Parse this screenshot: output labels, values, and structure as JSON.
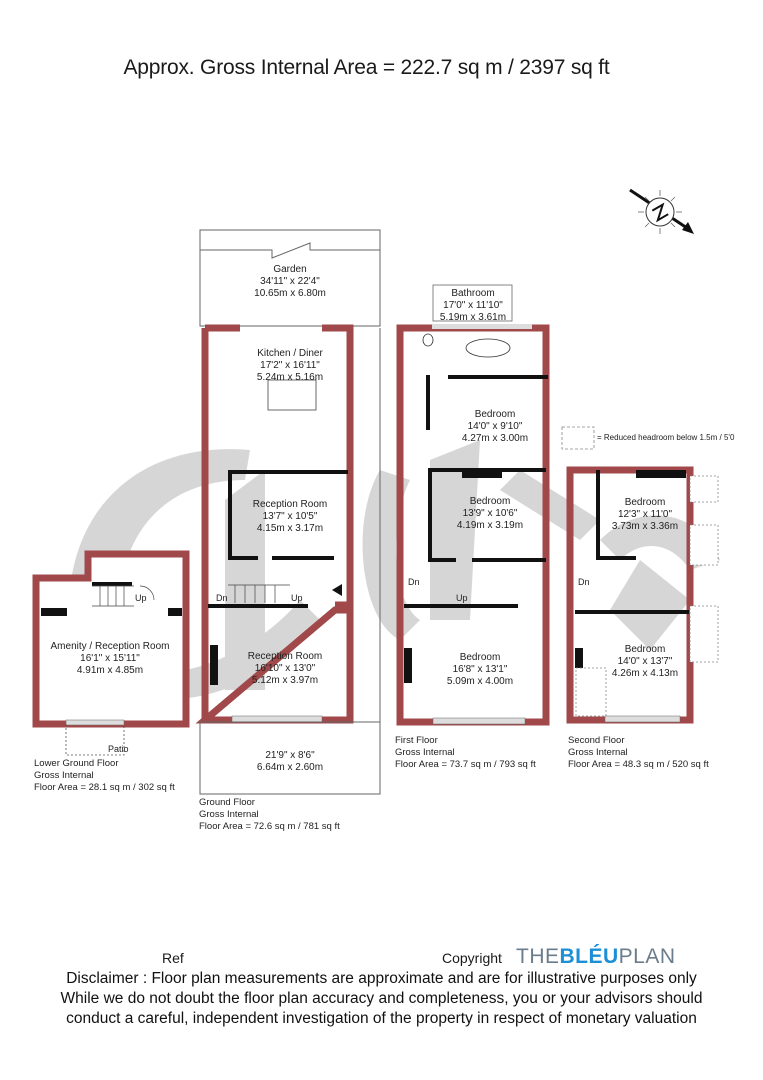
{
  "header": {
    "title": "Approx. Gross Internal Area = 222.7 sq m / 2397 sq ft"
  },
  "compass": {
    "icon": "north-compass-icon",
    "letter": "N"
  },
  "legend": {
    "icon": "dashed-box-icon",
    "text": "= Reduced headroom below 1.5m / 5'0"
  },
  "floors": {
    "lower_ground": {
      "caption": [
        "Lower Ground Floor",
        "Gross Internal",
        "Floor Area = 28.1 sq m / 302 sq ft"
      ],
      "rooms": [
        {
          "name": "Amenity / Reception Room",
          "imperial": "16'1\" x 15'11\"",
          "metric": "4.91m x 4.85m"
        }
      ],
      "labels": {
        "up": "Up",
        "patio": "Patio"
      }
    },
    "ground": {
      "caption": [
        "Ground Floor",
        "Gross Internal",
        "Floor Area = 72.6 sq m / 781 sq ft"
      ],
      "rooms": [
        {
          "name": "Garden",
          "imperial": "34'11\" x 22'4\"",
          "metric": "10.65m x 6.80m"
        },
        {
          "name": "Kitchen / Diner",
          "imperial": "17'2\" x 16'11\"",
          "metric": "5.24m x 5.16m"
        },
        {
          "name": "Reception Room",
          "imperial": "13'7\" x 10'5\"",
          "metric": "4.15m x 3.17m"
        },
        {
          "name": "Reception Room",
          "imperial": "16'10\" x 13'0\"",
          "metric": "5.12m x 3.97m"
        },
        {
          "name": "",
          "imperial": "21'9\" x 8'6\"",
          "metric": "6.64m x 2.60m"
        }
      ],
      "labels": {
        "dn": "Dn",
        "up": "Up"
      }
    },
    "first": {
      "caption": [
        "First Floor",
        "Gross Internal",
        "Floor Area = 73.7 sq m / 793 sq ft"
      ],
      "rooms": [
        {
          "name": "Bathroom",
          "imperial": "17'0\" x 11'10\"",
          "metric": "5.19m x 3.61m"
        },
        {
          "name": "Bedroom",
          "imperial": "14'0\" x 9'10\"",
          "metric": "4.27m x 3.00m"
        },
        {
          "name": "Bedroom",
          "imperial": "13'9\" x 10'6\"",
          "metric": "4.19m x 3.19m"
        },
        {
          "name": "Bedroom",
          "imperial": "16'8\" x 13'1\"",
          "metric": "5.09m x 4.00m"
        }
      ],
      "labels": {
        "dn": "Dn",
        "up": "Up"
      }
    },
    "second": {
      "caption": [
        "Second Floor",
        "Gross Internal",
        "Floor Area = 48.3 sq m / 520 sq ft"
      ],
      "rooms": [
        {
          "name": "Bedroom",
          "imperial": "12'3\" x 11'0\"",
          "metric": "3.73m x 3.36m"
        },
        {
          "name": "Bedroom",
          "imperial": "14'0\" x 13'7\"",
          "metric": "4.26m x 4.13m"
        }
      ],
      "labels": {
        "dn": "Dn"
      }
    }
  },
  "footer": {
    "ref_label": "Ref",
    "copyright_label": "Copyright",
    "brand": {
      "pre": "THE",
      "bold": "BLÉU",
      "post": "PLAN"
    },
    "disclaimer": [
      "Disclaimer : Floor plan measurements are approximate and are for illustrative purposes only",
      "While we do not doubt the floor plan accuracy and completeness, you or your advisors should",
      "conduct a careful, independent investigation of the property in respect of monetary valuation"
    ]
  },
  "colors": {
    "wall": "#a0484a",
    "inner_wall": "#111111",
    "watermark": "#cccccc",
    "brand_blue": "#1c8fd6"
  }
}
